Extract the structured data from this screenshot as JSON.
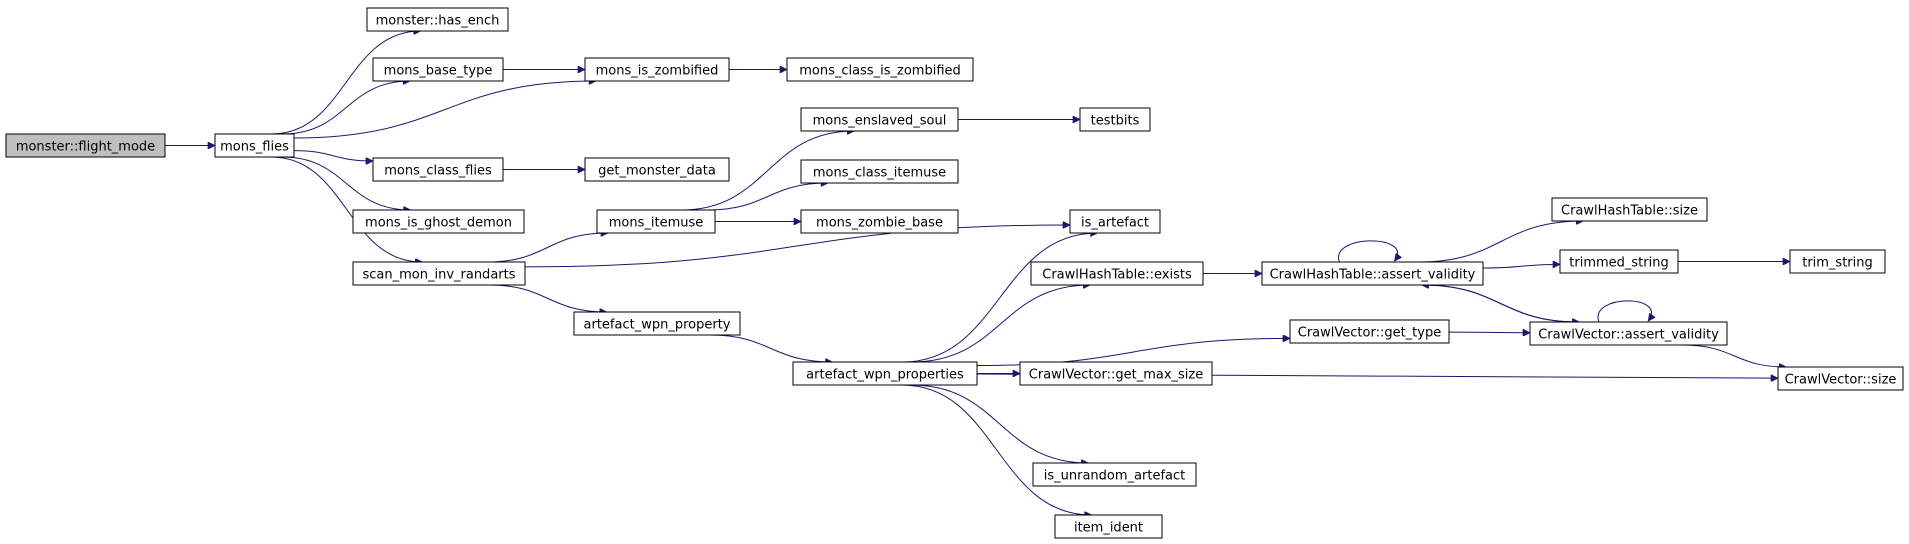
{
  "colors": {
    "edge": "#191970",
    "root_fill": "#bfbfbf",
    "node_fill": "#ffffff",
    "node_border": "#000000"
  },
  "nodes": [
    {
      "id": "monster_flight_mode",
      "label": "monster::flight_mode",
      "root": true
    },
    {
      "id": "mons_flies",
      "label": "mons_flies"
    },
    {
      "id": "monster_has_ench",
      "label": "monster::has_ench"
    },
    {
      "id": "mons_base_type",
      "label": "mons_base_type"
    },
    {
      "id": "mons_is_zombified",
      "label": "mons_is_zombified"
    },
    {
      "id": "mons_class_is_zombified",
      "label": "mons_class_is_zombified"
    },
    {
      "id": "mons_class_flies",
      "label": "mons_class_flies"
    },
    {
      "id": "get_monster_data",
      "label": "get_monster_data"
    },
    {
      "id": "mons_is_ghost_demon",
      "label": "mons_is_ghost_demon"
    },
    {
      "id": "scan_mon_inv_randarts",
      "label": "scan_mon_inv_randarts"
    },
    {
      "id": "mons_itemuse",
      "label": "mons_itemuse"
    },
    {
      "id": "mons_enslaved_soul",
      "label": "mons_enslaved_soul"
    },
    {
      "id": "testbits",
      "label": "testbits"
    },
    {
      "id": "mons_class_itemuse",
      "label": "mons_class_itemuse"
    },
    {
      "id": "mons_zombie_base",
      "label": "mons_zombie_base"
    },
    {
      "id": "is_artefact",
      "label": "is_artefact"
    },
    {
      "id": "artefact_wpn_property",
      "label": "artefact_wpn_property"
    },
    {
      "id": "artefact_wpn_properties",
      "label": "artefact_wpn_properties"
    },
    {
      "id": "crawlhashtable_exists",
      "label": "CrawlHashTable::exists"
    },
    {
      "id": "crawlhashtable_assert_validity",
      "label": "CrawlHashTable::assert_validity"
    },
    {
      "id": "crawlhashtable_size",
      "label": "CrawlHashTable::size"
    },
    {
      "id": "trimmed_string",
      "label": "trimmed_string"
    },
    {
      "id": "trim_string",
      "label": "trim_string"
    },
    {
      "id": "crawlvector_get_type",
      "label": "CrawlVector::get_type"
    },
    {
      "id": "crawlvector_assert_validity",
      "label": "CrawlVector::assert_validity"
    },
    {
      "id": "crawlvector_get_max_size",
      "label": "CrawlVector::get_max_size"
    },
    {
      "id": "crawlvector_size",
      "label": "CrawlVector::size"
    },
    {
      "id": "is_unrandom_artefact",
      "label": "is_unrandom_artefact"
    },
    {
      "id": "item_ident",
      "label": "item_ident"
    }
  ],
  "edges": [
    [
      "monster_flight_mode",
      "mons_flies"
    ],
    [
      "mons_flies",
      "monster_has_ench"
    ],
    [
      "mons_flies",
      "mons_base_type"
    ],
    [
      "mons_flies",
      "mons_is_zombified"
    ],
    [
      "mons_flies",
      "mons_class_flies"
    ],
    [
      "mons_flies",
      "mons_is_ghost_demon"
    ],
    [
      "mons_flies",
      "scan_mon_inv_randarts"
    ],
    [
      "mons_base_type",
      "mons_is_zombified"
    ],
    [
      "mons_is_zombified",
      "mons_class_is_zombified"
    ],
    [
      "mons_class_flies",
      "get_monster_data"
    ],
    [
      "scan_mon_inv_randarts",
      "mons_itemuse"
    ],
    [
      "scan_mon_inv_randarts",
      "is_artefact"
    ],
    [
      "scan_mon_inv_randarts",
      "artefact_wpn_property"
    ],
    [
      "mons_itemuse",
      "mons_enslaved_soul"
    ],
    [
      "mons_itemuse",
      "mons_class_itemuse"
    ],
    [
      "mons_itemuse",
      "mons_zombie_base"
    ],
    [
      "mons_enslaved_soul",
      "testbits"
    ],
    [
      "artefact_wpn_property",
      "artefact_wpn_properties"
    ],
    [
      "artefact_wpn_properties",
      "is_artefact"
    ],
    [
      "artefact_wpn_properties",
      "crawlhashtable_exists"
    ],
    [
      "artefact_wpn_properties",
      "crawlvector_get_type"
    ],
    [
      "artefact_wpn_properties",
      "crawlvector_get_max_size"
    ],
    [
      "artefact_wpn_properties",
      "crawlvector_size"
    ],
    [
      "artefact_wpn_properties",
      "is_unrandom_artefact"
    ],
    [
      "artefact_wpn_properties",
      "item_ident"
    ],
    [
      "crawlhashtable_exists",
      "crawlhashtable_assert_validity"
    ],
    [
      "crawlhashtable_assert_validity",
      "crawlhashtable_assert_validity"
    ],
    [
      "crawlhashtable_assert_validity",
      "crawlhashtable_size"
    ],
    [
      "crawlhashtable_assert_validity",
      "trimmed_string"
    ],
    [
      "crawlhashtable_assert_validity",
      "crawlvector_assert_validity"
    ],
    [
      "trimmed_string",
      "trim_string"
    ],
    [
      "crawlvector_get_type",
      "crawlvector_assert_validity"
    ],
    [
      "crawlvector_assert_validity",
      "crawlhashtable_assert_validity"
    ],
    [
      "crawlvector_assert_validity",
      "crawlvector_assert_validity"
    ],
    [
      "crawlvector_assert_validity",
      "crawlvector_size"
    ]
  ]
}
